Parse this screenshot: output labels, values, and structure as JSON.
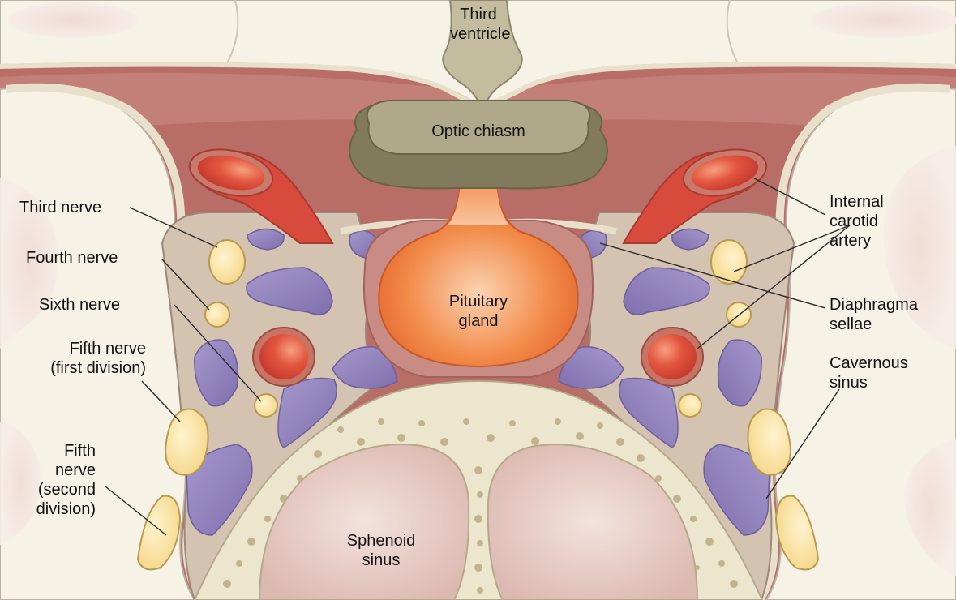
{
  "labels": {
    "third_ventricle": "Third\nventricle",
    "optic_chiasm": "Optic chiasm",
    "pituitary_gland": "Pituitary\ngland",
    "sphenoid_sinus": "Sphenoid\nsinus",
    "third_nerve": "Third nerve",
    "fourth_nerve": "Fourth nerve",
    "sixth_nerve": "Sixth nerve",
    "fifth_nerve_first": "Fifth nerve\n(first division)",
    "fifth_nerve_second": "Fifth\nnerve\n(second\ndivision)",
    "internal_carotid": "Internal\ncarotid\nartery",
    "diaphragma_sellae": "Diaphragma\nsellae",
    "cavernous_sinus": "Cavernous\nsinus"
  },
  "colors": {
    "brain": "#f6f2e6",
    "brain_outline": "#b9b2a3",
    "dura": "#b86e66",
    "dura_light": "#c98c84",
    "sinus_tissue": "#d5c3b1",
    "artery": "#d3473a",
    "artery_rim": "#b55a4c",
    "vein": "#8f80b8",
    "nerve": "#f8e2a2",
    "pituitary": "#ef7e3c",
    "optic_chiasm": "#b0a88a",
    "ventricle": "#c4bc9e",
    "sphenoid": "#e4c9c1",
    "bone": "#ece6cf",
    "bone_dot": "#c2b38c"
  }
}
